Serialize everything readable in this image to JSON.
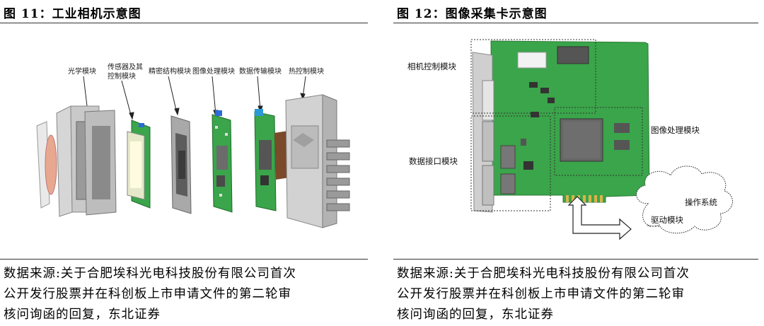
{
  "figure_left": {
    "title": "图 11：工业相机示意图",
    "labels": {
      "optical": "光学模块",
      "sensor_line1": "传感器及其",
      "sensor_line2": "控制模块",
      "precision": "精密结构模块",
      "image_proc": "图像处理模块",
      "data_trans": "数据传输模块",
      "thermal": "热控制模块"
    },
    "source_lines": [
      "数据来源:关于合肥埃科光电科技股份有限公司首次",
      "公开发行股票并在科创板上市申请文件的第二轮审",
      "核问询函的回复，东北证券"
    ]
  },
  "figure_right": {
    "title": "图 12：图像采集卡示意图",
    "labels": {
      "camera_ctrl": "相机控制模块",
      "image_proc": "图像处理模块",
      "data_iface": "数据接口模块",
      "os": "操作系统",
      "driver": "驱动模块"
    },
    "source_lines": [
      "数据来源:关于合肥埃科光电科技股份有限公司首次",
      "公开发行股票并在科创板上市申请文件的第二轮审",
      "核问询函的回复，东北证券"
    ]
  },
  "colors": {
    "pcb_green": "#3aa54a",
    "chip_gray": "#666666",
    "metal_gray": "#b8b8b8",
    "rule": "#333333"
  }
}
